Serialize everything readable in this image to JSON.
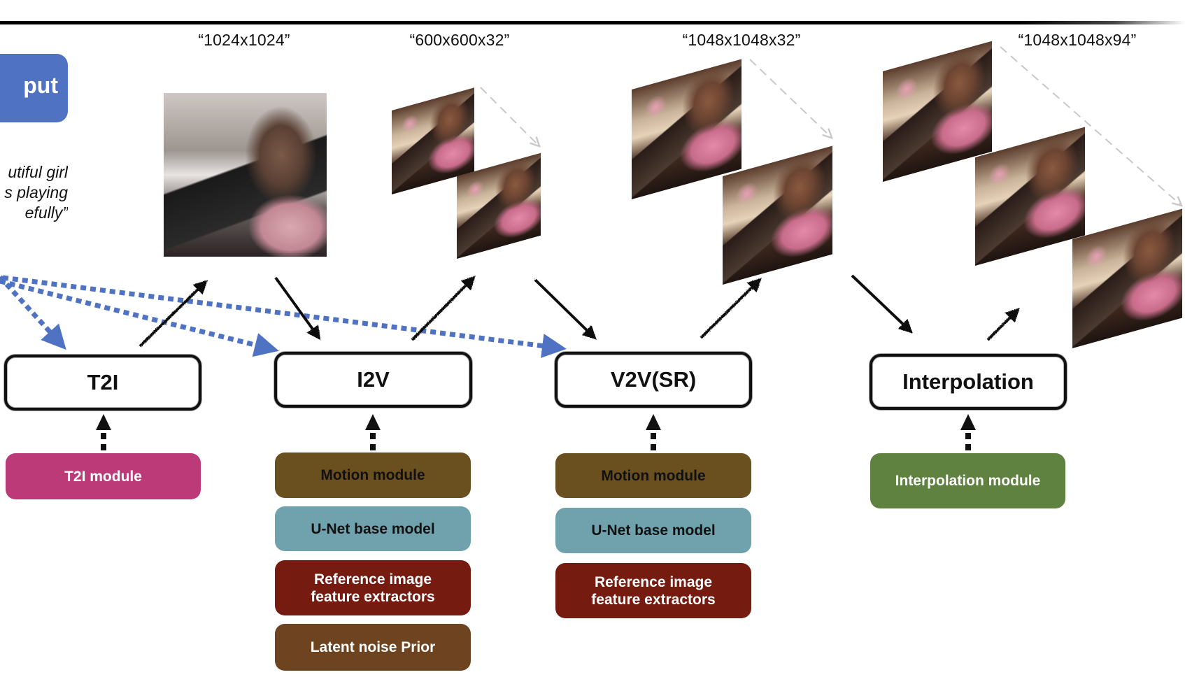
{
  "input": {
    "label": "put",
    "prompt_lines": [
      "utiful girl",
      "s playing",
      "efully”"
    ]
  },
  "size_labels": [
    "“1024x1024”",
    "“600x600x32”",
    "“1048x1048x32”",
    "“1048x1048x94”"
  ],
  "stages": [
    {
      "id": "t2i",
      "label": "T2I",
      "modules": [
        {
          "label": "T2I module",
          "color": "#bc3a78",
          "text_color": "#ffffff"
        }
      ]
    },
    {
      "id": "i2v",
      "label": "I2V",
      "modules": [
        {
          "label": "Motion module",
          "color": "#6a4f1f",
          "text_color": "#111111"
        },
        {
          "label": "U-Net base model",
          "color": "#6fa2ad",
          "text_color": "#111111"
        },
        {
          "label": "Reference image\nfeature extractors",
          "color": "#761b10",
          "text_color": "#ffffff"
        },
        {
          "label": "Latent noise Prior",
          "color": "#6e4420",
          "text_color": "#ffffff"
        }
      ]
    },
    {
      "id": "v2v",
      "label": "V2V(SR)",
      "modules": [
        {
          "label": "Motion module",
          "color": "#6a4f1f",
          "text_color": "#111111"
        },
        {
          "label": "U-Net base model",
          "color": "#6fa2ad",
          "text_color": "#111111"
        },
        {
          "label": "Reference image\nfeature extractors",
          "color": "#761b10",
          "text_color": "#ffffff"
        }
      ]
    },
    {
      "id": "interpolation",
      "label": "Interpolation",
      "modules": [
        {
          "label": "Interpolation module",
          "color": "#5f8241",
          "text_color": "#ffffff"
        }
      ]
    }
  ],
  "outputs": {
    "t2i_image": {
      "depicts": "girl in pink dress playing a grand piano by a snowy window (grayscale tones)"
    },
    "i2v_frames": {
      "count_shown": 2,
      "depicts": "video frames of girl playing piano"
    },
    "v2v_frames": {
      "count_shown": 2,
      "depicts": "super-resolved video frames of girl playing piano"
    },
    "interpolation_frames": {
      "count_shown": 3,
      "depicts": "interpolated video frames of girl playing piano"
    }
  },
  "colors": {
    "input_blue": "#4f72c2",
    "condition_arrow": "#4f72c2",
    "flow_arrow": "#111111",
    "frame_guide": "#c8c8c8"
  }
}
